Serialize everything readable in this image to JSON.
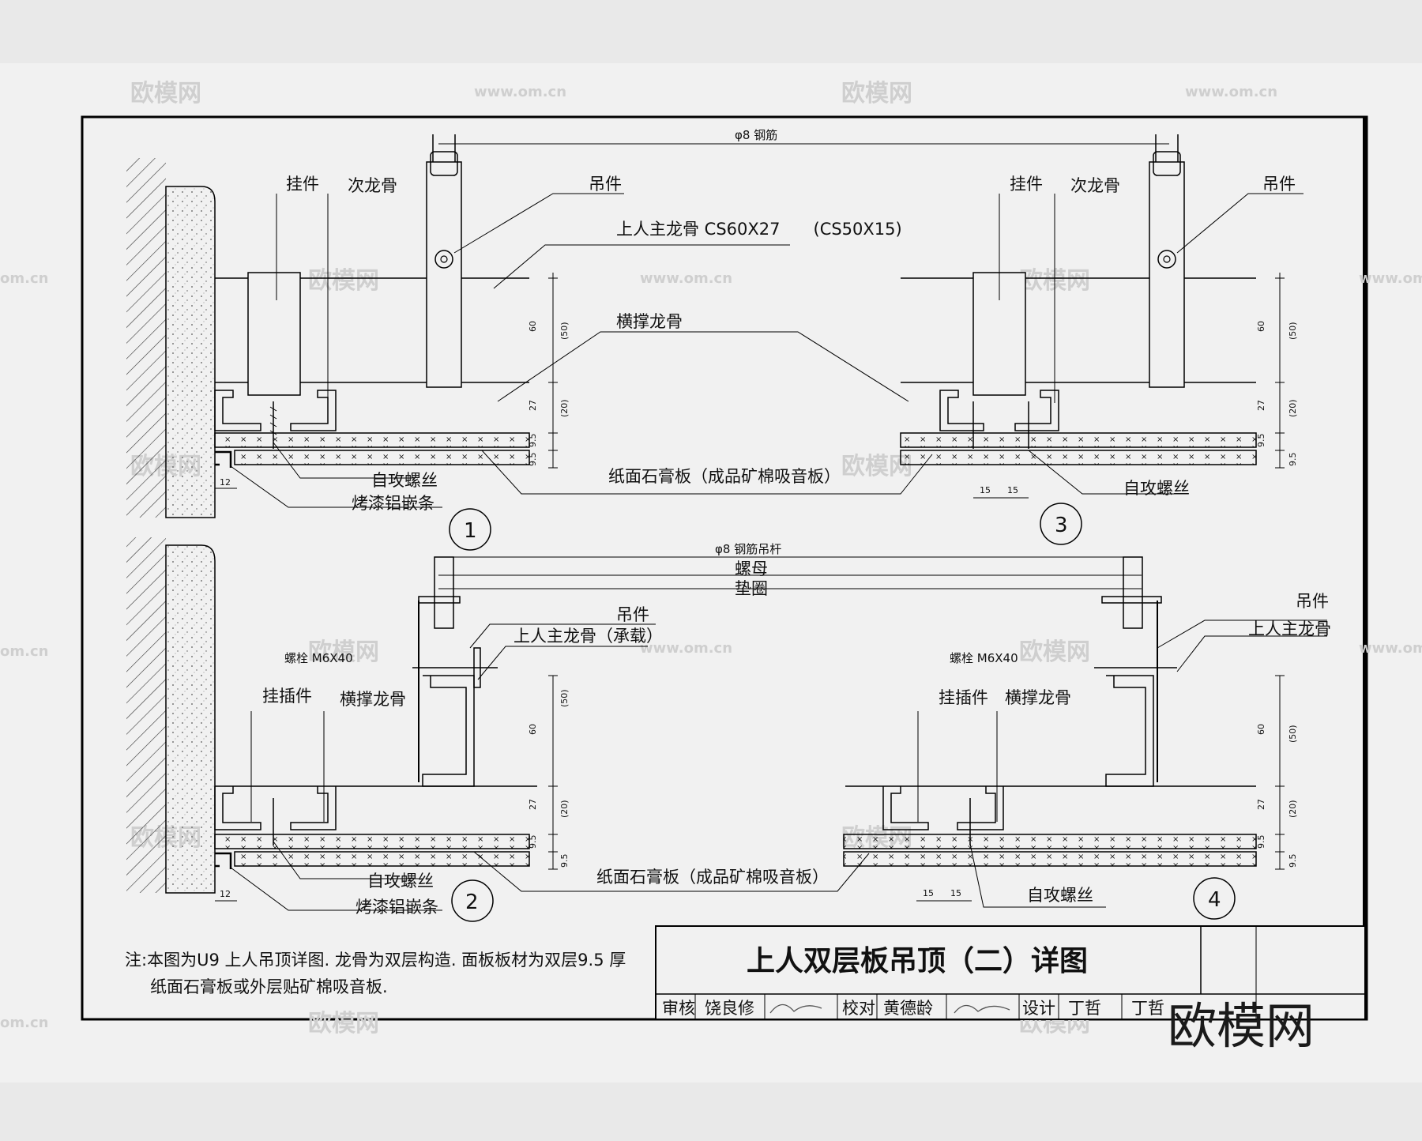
{
  "watermarks": {
    "brand": "欧模网",
    "url": "www.om.cn",
    "url_short": "om.cn"
  },
  "title_block": {
    "title": "上人双层板吊顶（二）详图",
    "row": [
      "审核",
      "饶良修",
      "校对",
      "黄德龄",
      "设计",
      "丁哲",
      "丁哲"
    ]
  },
  "note": {
    "line1": "注:本图为U9 上人吊顶详图. 龙骨为双层构造. 面板板材为双层9.5 厚",
    "line2": "纸面石膏板或外层贴矿棉吸音板."
  },
  "details": {
    "d1": "1",
    "d2": "2",
    "d3": "3",
    "d4": "4"
  },
  "labels_top": {
    "rebar": "φ8 钢筋",
    "hanger_part": "吊件",
    "main_keel": "上人主龙骨 CS60X27　　(CS50X15)",
    "hook": "挂件",
    "secondary_keel": "次龙骨",
    "cross_keel": "横撑龙骨",
    "screw": "自攻螺丝",
    "alu_strip": "烤漆铝嵌条",
    "gypsum": "纸面石膏板（成品矿棉吸音板）"
  },
  "labels_bottom": {
    "rebar_rod": "φ8 钢筋吊杆",
    "nut": "螺母",
    "washer": "垫圈",
    "hanger_part": "吊件",
    "main_keel_load": "上人主龙骨（承载）",
    "main_keel": "上人主龙骨",
    "bolt": "螺栓 M6X40",
    "insert": "挂插件",
    "cross_keel": "横撑龙骨",
    "screw": "自攻螺丝",
    "alu_strip": "烤漆铝嵌条",
    "gypsum": "纸面石膏板（成品矿棉吸音板）"
  },
  "dims": {
    "d60": "60",
    "d50": "(50)",
    "d27": "27",
    "d20": "(20)",
    "d95": "9.5",
    "d12": "12",
    "d15": "15"
  }
}
